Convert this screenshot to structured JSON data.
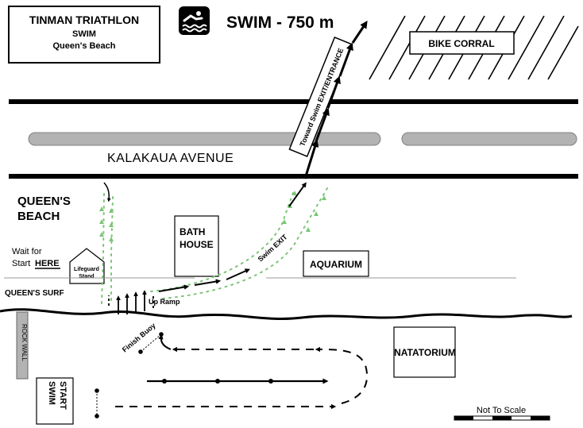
{
  "title_box": {
    "line1": "TINMAN TRIATHLON",
    "line2": "SWIM",
    "line3": "Queen's Beach"
  },
  "header": {
    "event": "SWIM - 750 m",
    "icon": "swimmer-icon"
  },
  "labels": {
    "bike_corral": "BIKE CORRAL",
    "toward_exit": "Toward Swim EXIT/ENTRANCE",
    "avenue": "KALAKAUA AVENUE",
    "queens_beach_1": "QUEEN'S",
    "queens_beach_2": "BEACH",
    "wait_1": "Wait for",
    "wait_2": "Start",
    "wait_here": "HERE",
    "lifeguard_1": "Lifeguard",
    "lifeguard_2": "Stand",
    "bath_house_1": "BATH",
    "bath_house_2": "HOUSE",
    "aquarium": "AQUARIUM",
    "swim_exit": "Swim EXIT",
    "queens_surf": "QUEEN'S SURF",
    "up_ramp": "Up Ramp",
    "finish_buoy": "Finish Buoy",
    "rock_wall": "ROCK WALL",
    "natatorium": "NATATORIUM",
    "swim_start_1": "SWIM",
    "swim_start_2": "START",
    "scale": "Not To Scale"
  },
  "colors": {
    "road_median": "#b3b3b3",
    "path_green": "#7cc576",
    "ink": "#000000"
  }
}
